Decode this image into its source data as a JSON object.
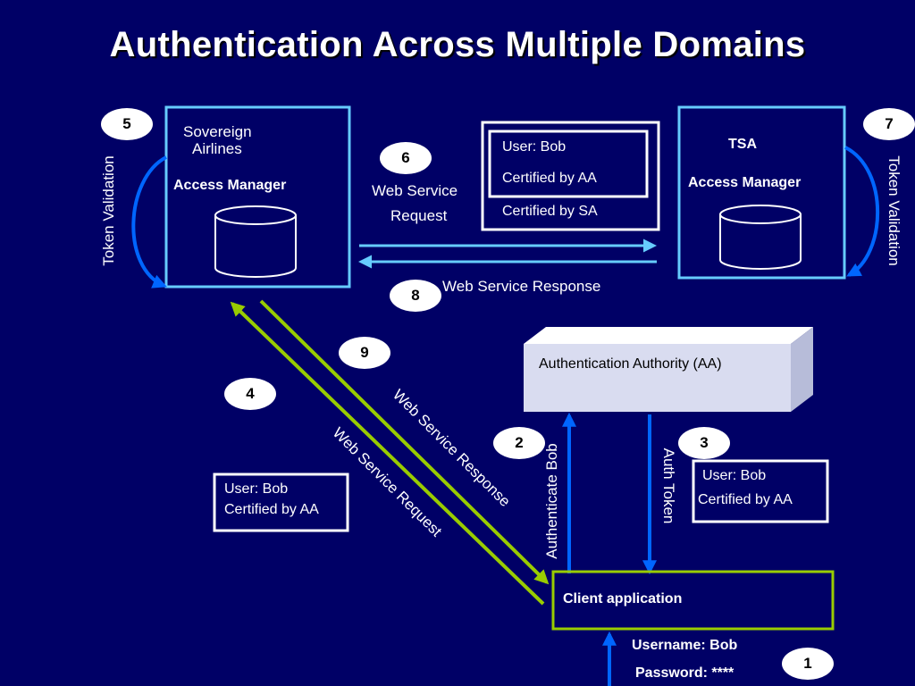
{
  "slide": {
    "title": "Authentication Across Multiple Domains"
  },
  "sovereign": {
    "name_line1": "Sovereign",
    "name_line2": "Airlines",
    "manager": "Access Manager",
    "token_validation": "Token Validation"
  },
  "tsa": {
    "name": "TSA",
    "manager": "Access Manager",
    "token_validation": "Token Validation"
  },
  "token_box_top": {
    "line1": "User: Bob",
    "line2": "Certified by AA",
    "line3": "Certified by SA"
  },
  "web_request_top": {
    "line1": "Web Service",
    "line2": "Request"
  },
  "web_response_top": "Web Service Response",
  "auth_authority": "Authentication Authority (AA)",
  "client": {
    "label": "Client application",
    "username": "Username: Bob",
    "password": "Password: ****"
  },
  "arrows": {
    "authenticate_bob": "Authenticate Bob",
    "auth_token": "Auth Token",
    "web_service_response_diag": "Web Service Response",
    "web_service_request_diag": "Web Service Request"
  },
  "token_box_left": {
    "line1": "User: Bob",
    "line2": "Certified by AA"
  },
  "token_box_right": {
    "line1": "User: Bob",
    "line2": "Certified by AA"
  },
  "steps": [
    "1",
    "2",
    "3",
    "4",
    "5",
    "6",
    "7",
    "8",
    "9"
  ],
  "colors": {
    "background": "#000066",
    "manager_border": "#66ccff",
    "arrow_blue": "#0066ff",
    "arrow_light": "#66ccff",
    "arrow_green": "#99cc00",
    "aa_box": "#d9dcf0"
  }
}
